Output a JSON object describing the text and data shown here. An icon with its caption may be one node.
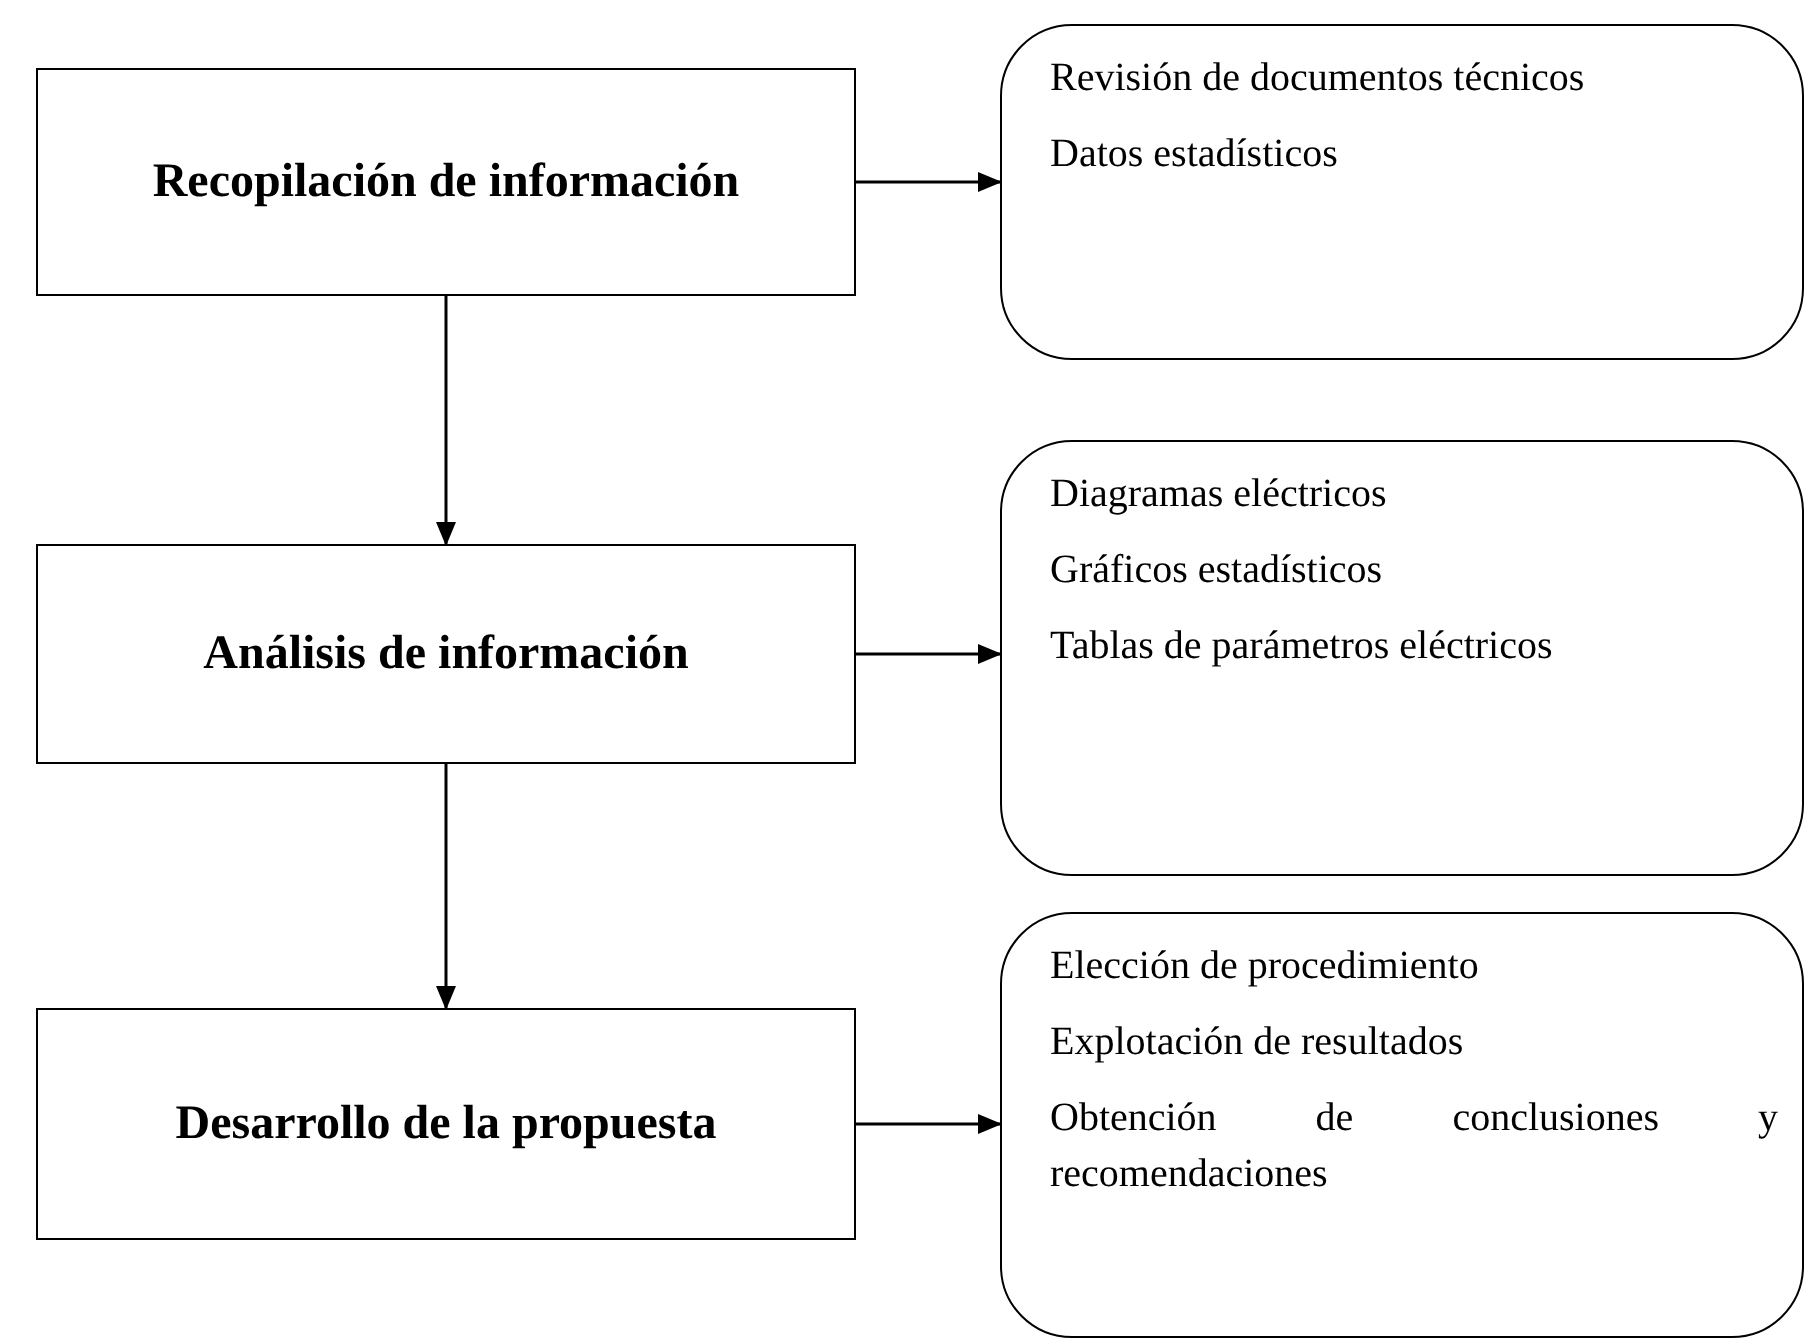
{
  "diagram": {
    "nodes": [
      {
        "text": [
          "Recopilación de información"
        ]
      },
      {
        "text": [
          "Revisión de documentos técnicos",
          "Datos estadísticos"
        ]
      },
      {
        "text": [
          "Análisis de información"
        ]
      },
      {
        "text": [
          "Diagramas eléctricos",
          "Gráficos estadísticos",
          "Tablas de parámetros eléctricos"
        ]
      },
      {
        "text": [
          "Desarrollo de la propuesta"
        ]
      },
      {
        "text": [
          "Elección de procedimiento",
          "Explotación de resultados",
          "Obtención de conclusiones y recomendaciones"
        ]
      }
    ],
    "edges": [
      {
        "from": 0,
        "to": 1,
        "arrow": "to"
      },
      {
        "from": 0,
        "to": 2,
        "arrow": "to"
      },
      {
        "from": 2,
        "to": 3,
        "arrow": "to"
      },
      {
        "from": 2,
        "to": 4,
        "arrow": "to"
      },
      {
        "from": 4,
        "to": 5,
        "arrow": "to"
      }
    ]
  }
}
